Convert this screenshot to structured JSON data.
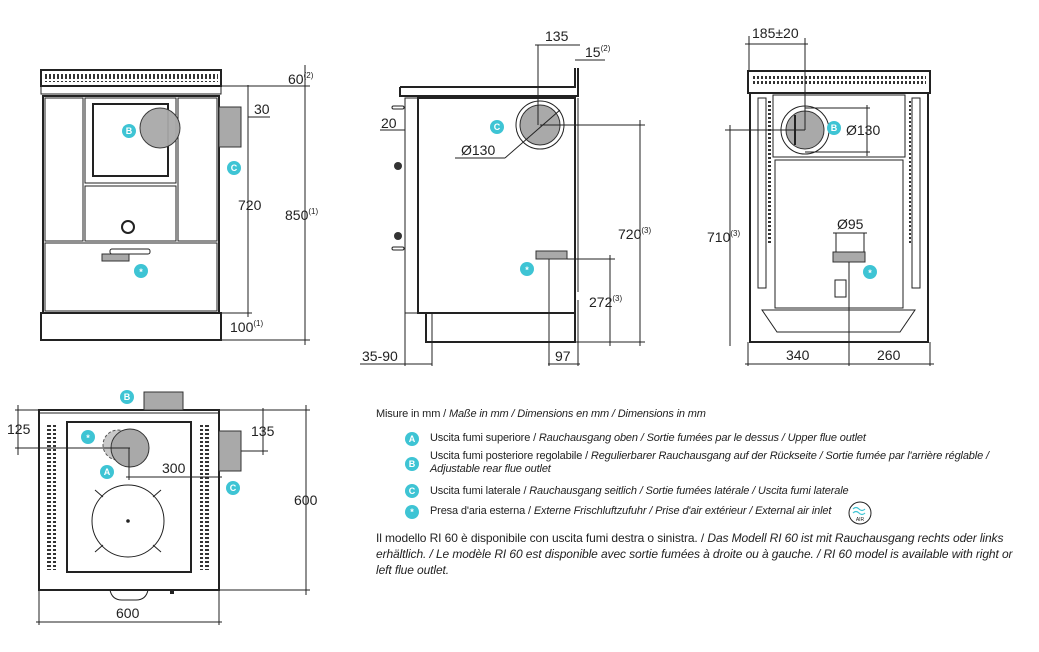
{
  "badges": {
    "a": "A",
    "b": "B",
    "c": "C",
    "air": "*"
  },
  "front_view": {
    "dim_top": "60",
    "dim_top_sup": "(2)",
    "dim_total": "850",
    "dim_total_sup": "(1)",
    "dim_body": "720",
    "dim_outlet": "30",
    "dim_plinth": "100",
    "dim_plinth_sup": "(1)"
  },
  "side_view": {
    "dim_outlet_offset": "135",
    "dim_step": "15",
    "dim_step_sup": "(2)",
    "dim_front": "20",
    "dim_diameter": "Ø130",
    "dim_outlet_height": "720",
    "dim_outlet_height_sup": "(3)",
    "dim_air_height": "272",
    "dim_air_height_sup": "(3)",
    "dim_foot": "35-90",
    "dim_air_depth": "97"
  },
  "back_view": {
    "dim_outlet_offset": "185±20",
    "dim_diameter": "Ø130",
    "dim_outlet_height": "710",
    "dim_outlet_height_sup": "(3)",
    "dim_air_diameter": "Ø95",
    "dim_left": "340",
    "dim_right": "260"
  },
  "top_view": {
    "dim_outlet_y": "125",
    "dim_side_outlet": "135",
    "dim_outlet_x": "300",
    "dim_depth": "600",
    "dim_width": "600"
  },
  "legend": {
    "units": {
      "it": "Misure in mm / ",
      "rest": "Maße in mm / Dimensions en mm / Dimensions in mm"
    },
    "items": [
      {
        "badge": "A",
        "it": "Uscita fumi superiore / ",
        "rest": "Rauchausgang oben  / Sortie fumées par le dessus / Upper flue outlet"
      },
      {
        "badge": "B",
        "it": "Uscita fumi posteriore regolabile / ",
        "rest": " Regulierbarer Rauchausgang auf der Rückseite / Sortie fumée par l'arrière réglable / Adjustable rear flue outlet"
      },
      {
        "badge": "C",
        "it": "Uscita fumi laterale / ",
        "rest": "Rauchausgang seitlich  / Sortie fumées latérale / Uscita fumi laterale"
      },
      {
        "badge": "*",
        "it": "Presa d'aria esterna / ",
        "rest": "Externe Frischluftzufuhr / Prise d'air extérieur / External air inlet"
      }
    ],
    "air_icon_label": "AIR",
    "note": {
      "it": "Il modello RI 60 è disponibile con uscita fumi destra o sinistra. / ",
      "rest": "Das Modell RI 60 ist mit Rauchausgang rechts oder links erhältlich. / Le modèle RI 60 est disponible avec sortie fumées à droite ou à gauche. / RI 60 model is available with right or left flue outlet."
    }
  },
  "colors": {
    "badge": "#3ec4d4",
    "part_fill": "#a9a9a9",
    "line": "#222222"
  }
}
